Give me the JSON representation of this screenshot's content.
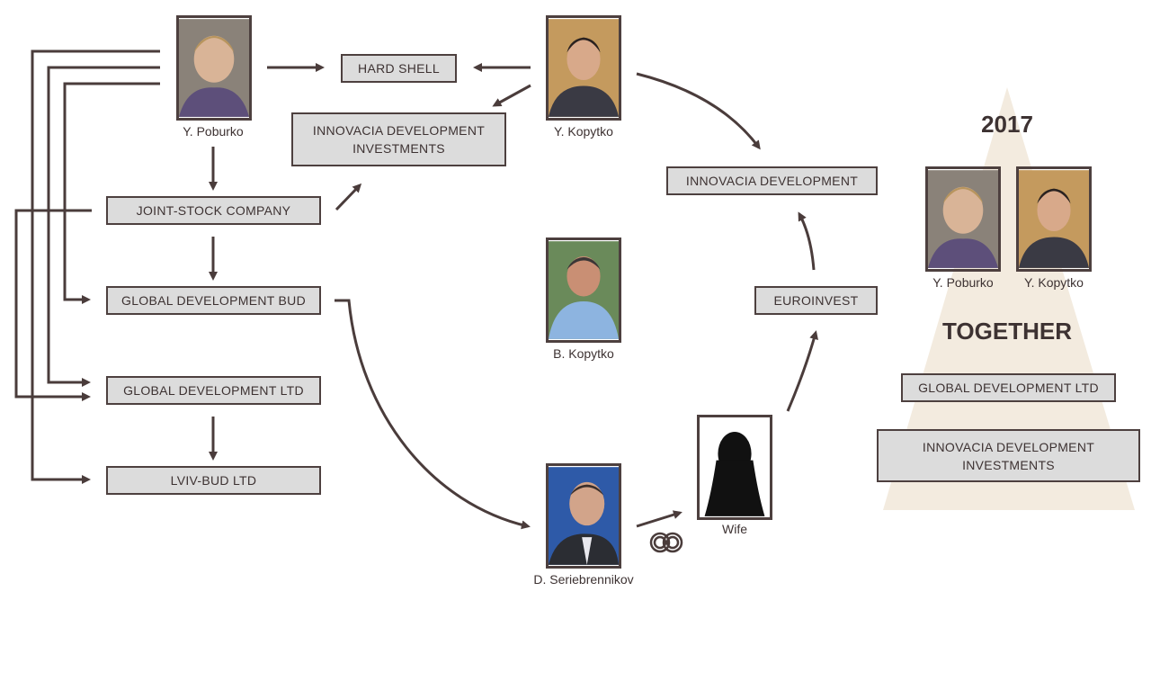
{
  "colors": {
    "line": "#4a3c3b",
    "box_fill": "#dcdcdc",
    "triangle": "#f3ebdf"
  },
  "people": {
    "poburko": "Y. Poburko",
    "kopytko": "Y. Kopytko",
    "b_kopytko": "B. Kopytko",
    "seriebrennikov": "D. Seriebrennikov",
    "wife": "Wife"
  },
  "companies": {
    "hard_shell": "HARD SHELL",
    "idi_line1": "INNOVACIA DEVELOPMENT",
    "idi_line2": "INVESTMENTS",
    "joint_stock": "JOINT-STOCK COMPANY",
    "gdb": "GLOBAL DEVELOPMENT BUD",
    "gdl": "GLOBAL DEVELOPMENT LTD",
    "lviv_bud": "LVIV-BUD LTD",
    "innovacia_development": "INNOVACIA DEVELOPMENT",
    "euroinvest": "EUROINVEST"
  },
  "panel": {
    "year": "2017",
    "together": "TOGETHER",
    "person1": "Y. Poburko",
    "person2": "Y. Kopytko",
    "company1": "GLOBAL DEVELOPMENT LTD",
    "company2_line1": "INNOVACIA DEVELOPMENT",
    "company2_line2": "INVESTMENTS"
  },
  "icons": {
    "marriage": "wedding-rings-icon"
  }
}
